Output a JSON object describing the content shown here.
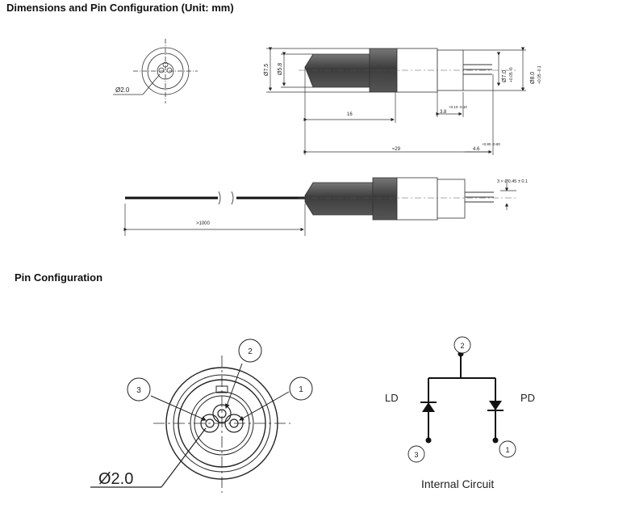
{
  "headings": {
    "dimensions": "Dimensions and Pin Configuration (Unit: mm)",
    "pin_config": "Pin Configuration"
  },
  "drawing_top": {
    "end_view_diameter": "Ø2.0",
    "dia_7_5": "Ø7.5",
    "dia_5_8": "Ø5.8",
    "dia_7_0": "Ø7.0",
    "dia_7_0_tol": "+0.05 -0",
    "dia_8_0": "Ø8.0",
    "dia_8_0_tol": "+0.05 -0.1",
    "len_16": "16",
    "len_3_8": "3.8",
    "len_3_8_tol": "+0.10 -0.10",
    "len_29": "≈29",
    "len_4_6": "4.6",
    "len_4_6_tol": "+0.80 -0.80",
    "pin_spec": "3 × Ø0.45 ± 0.1",
    "fiber_length": ">1000"
  },
  "pin_diagram": {
    "diameter_label": "Ø2.0",
    "pin1": "1",
    "pin2": "2",
    "pin3": "3"
  },
  "circuit": {
    "ld_label": "LD",
    "pd_label": "PD",
    "pin1": "1",
    "pin2": "2",
    "pin3": "3",
    "caption": "Internal Circuit"
  }
}
